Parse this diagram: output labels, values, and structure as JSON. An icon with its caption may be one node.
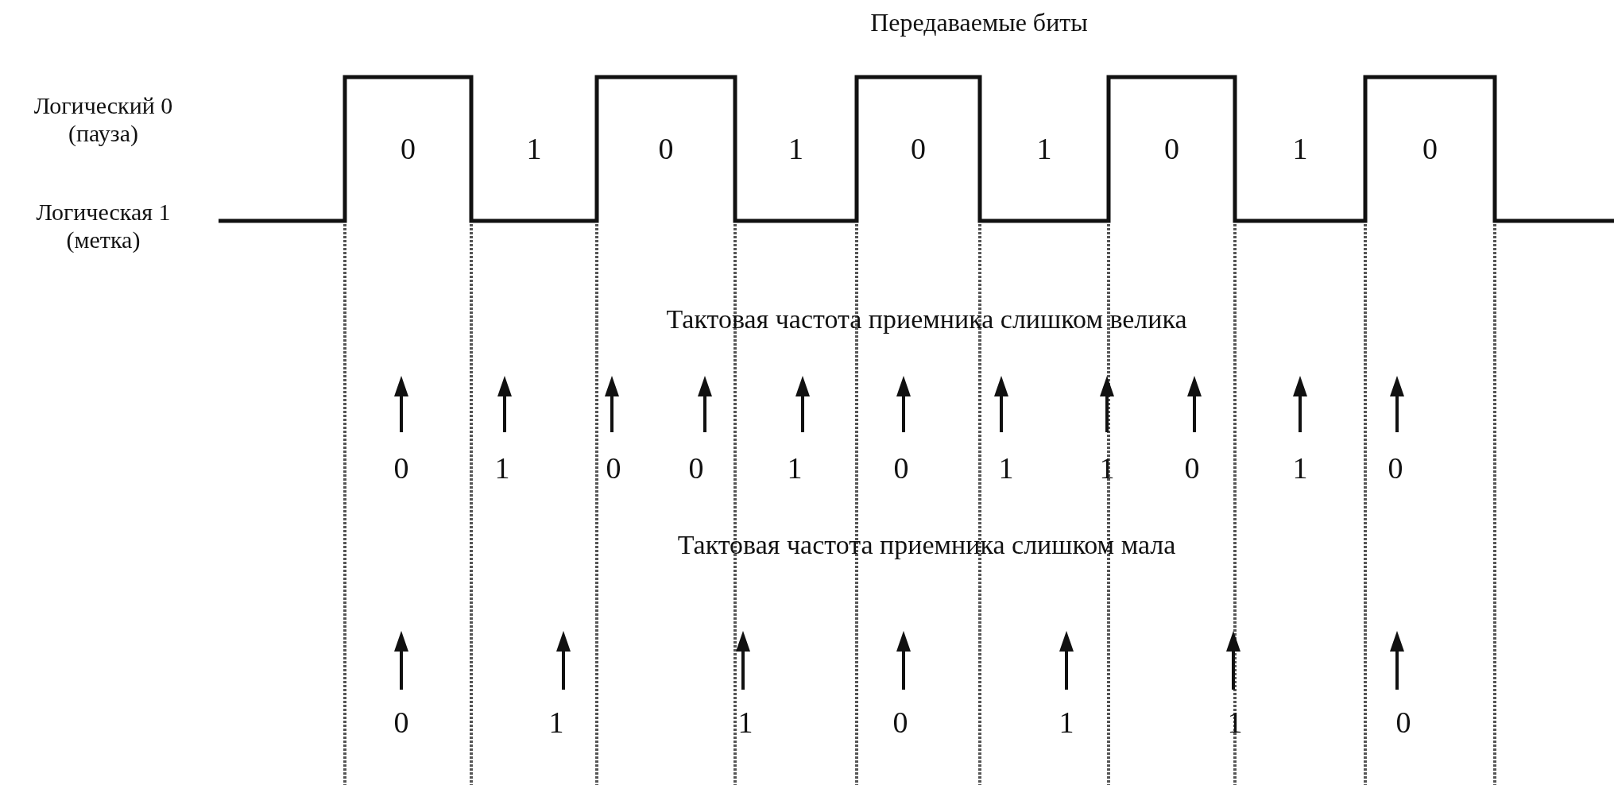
{
  "diagram": {
    "title": "Передаваемые биты",
    "labels": [
      "Логический 0 (пауза)",
      "Логическая 1 (метка)",
      "0",
      "1",
      "0",
      "1",
      "0",
      "1",
      "0",
      "1",
      "0",
      "Тактовая частота приемника слишком велика",
      "0",
      "1",
      "0",
      "0",
      "1",
      "0",
      "1",
      "1",
      "0",
      "1",
      "0",
      "Тактовая частота приемника слишком мала",
      "0",
      "1",
      "1",
      "0",
      "1",
      "1",
      "0"
    ]
  }
}
